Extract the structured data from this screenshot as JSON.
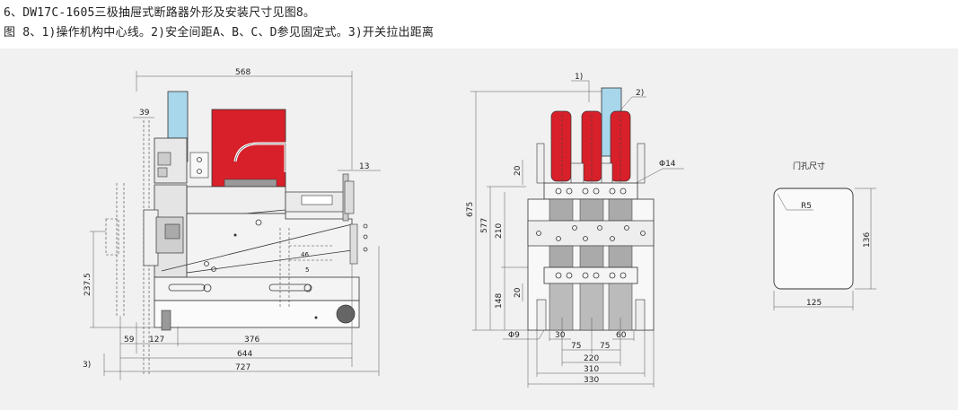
{
  "header": {
    "line1": "6、DW17C-1605三极抽屉式断路器外形及安装尺寸见图8。",
    "line2": "图  8、1)操作机构中心线。2)安全间距A、B、C、D参见固定式。3)开关拉出距离"
  },
  "side_view": {
    "dims": {
      "d568": "568",
      "d39": "39",
      "d13": "13",
      "d237": "237.5",
      "d59": "59",
      "d127": "127",
      "d376": "376",
      "d644": "644",
      "d727": "727",
      "n3": "3)"
    },
    "labels": {
      "l4": "46",
      "l5": "5"
    }
  },
  "front_view": {
    "dims": {
      "d675": "675",
      "d577": "577",
      "d210": "210",
      "d148": "148",
      "d20a": "20",
      "d20b": "20",
      "phi14": "Φ14",
      "phi9": "Φ9",
      "d30": "30",
      "d75a": "75",
      "d75b": "75",
      "d60": "60",
      "d220": "220",
      "d310": "310",
      "d330": "330",
      "n1": "1)",
      "n2": "2)"
    }
  },
  "door_cutout": {
    "title": "门孔尺寸",
    "radius": "R5",
    "width": "125",
    "height": "136"
  },
  "colors": {
    "red": "#d8202a",
    "blue": "#a8d6ea",
    "panel_bg": "#f1f1f1"
  }
}
